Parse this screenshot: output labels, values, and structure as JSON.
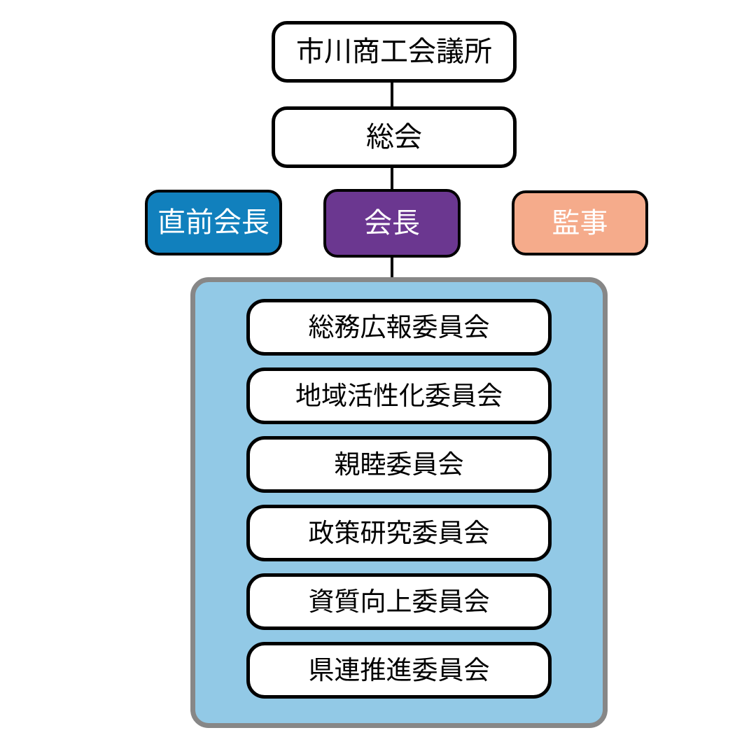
{
  "diagram": {
    "type": "organization-chart",
    "title_node": "市川商工会議所",
    "background_color": "#ffffff"
  },
  "nodes": {
    "chamber": {
      "label": "市川商工会議所",
      "fill": "#ffffff",
      "text_color": "#000000",
      "border_color": "#000000"
    },
    "general_meeting": {
      "label": "総会",
      "fill": "#ffffff",
      "text_color": "#000000",
      "border_color": "#000000"
    },
    "past_president": {
      "label": "直前会長",
      "fill": "#1180bd",
      "text_color": "#ffffff",
      "border_color": "#000000"
    },
    "president": {
      "label": "会長",
      "fill": "#6b3790",
      "text_color": "#ffffff",
      "border_color": "#000000"
    },
    "auditor": {
      "label": "監事",
      "fill": "#f5ab8b",
      "text_color": "#ffffff",
      "border_color": "#000000"
    }
  },
  "committees_panel": {
    "fill": "#92c9e6",
    "border_color": "#878787",
    "items": [
      {
        "label": "総務広報委員会"
      },
      {
        "label": "地域活性化委員会"
      },
      {
        "label": "親睦委員会"
      },
      {
        "label": "政策研究委員会"
      },
      {
        "label": "資質向上委員会"
      },
      {
        "label": "県連推進委員会"
      }
    ]
  },
  "connectors": [
    {
      "from": "chamber",
      "to": "general_meeting",
      "color": "#000000"
    },
    {
      "from": "general_meeting",
      "to": "president",
      "color": "#000000"
    },
    {
      "from": "president",
      "to": "committees_panel",
      "color": "#000000"
    }
  ]
}
